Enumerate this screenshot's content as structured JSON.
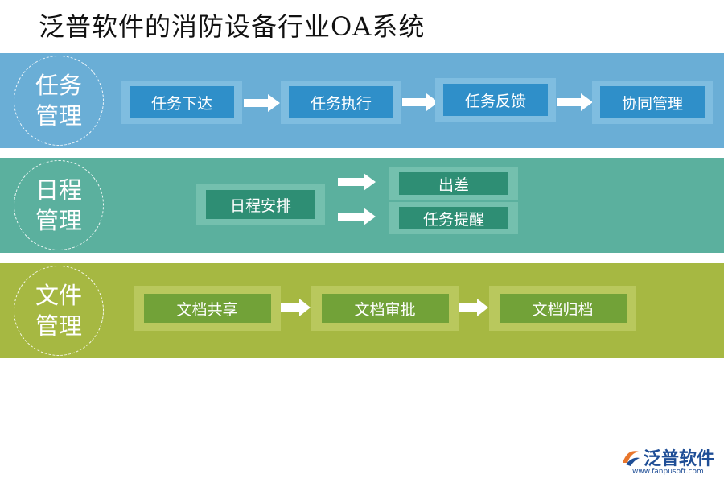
{
  "title": "泛普软件的消防设备行业OA系统",
  "sections": {
    "task": {
      "label_line1": "任务",
      "label_line2": "管理",
      "steps": [
        "任务下达",
        "任务执行",
        "任务反馈",
        "协同管理"
      ]
    },
    "schedule": {
      "label_line1": "日程",
      "label_line2": "管理",
      "source": "日程安排",
      "targets": [
        "出差",
        "任务提醒"
      ]
    },
    "document": {
      "label_line1": "文件",
      "label_line2": "管理",
      "steps": [
        "文档共享",
        "文档审批",
        "文档归档"
      ]
    }
  },
  "logo": {
    "name": "泛普软件",
    "url": "www.fanpusoft.com"
  },
  "colors": {
    "task_band": "#6aaed6",
    "schedule_band": "#5bb09e",
    "document_band": "#a6b842"
  }
}
